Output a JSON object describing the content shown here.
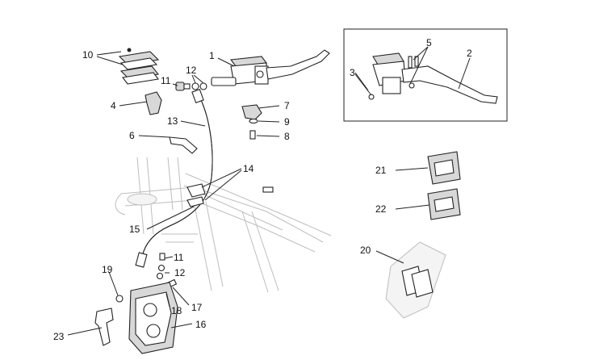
{
  "callouts": {
    "c1": "1",
    "c2": "2",
    "c3": "3",
    "c4": "4",
    "c5": "5",
    "c6": "6",
    "c7": "7",
    "c8": "8",
    "c9": "9",
    "c10": "10",
    "c11a": "11",
    "c11b": "11",
    "c12a": "12",
    "c12b": "12",
    "c13": "13",
    "c14": "14",
    "c15": "15",
    "c16": "16",
    "c17": "17",
    "c18": "18",
    "c19": "19",
    "c20": "20",
    "c21": "21",
    "c22": "22",
    "c23": "23"
  }
}
